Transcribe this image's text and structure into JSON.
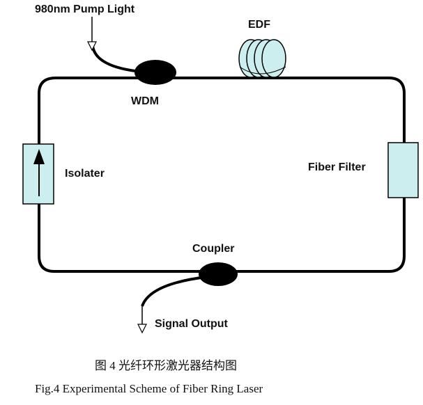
{
  "labels": {
    "pump_light": "980nm Pump Light",
    "edf": "EDF",
    "wdm": "WDM",
    "isolater": "Isolater",
    "fiber_filter": "Fiber Filter",
    "coupler": "Coupler",
    "signal_output": "Signal Output"
  },
  "caption": {
    "line1": "图 4  光纤环形激光器结构图",
    "line2": "Fig.4 Experimental Scheme of Fiber Ring Laser"
  },
  "colors": {
    "component_fill": "#cdeeee",
    "line": "#000000"
  }
}
